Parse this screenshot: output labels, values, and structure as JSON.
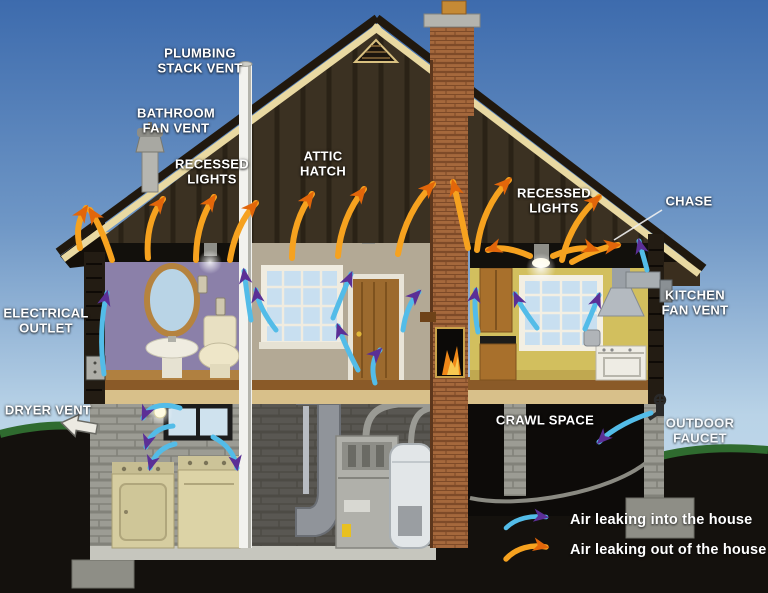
{
  "diagram": {
    "title": "Common air leaks in a house (cutaway diagram)",
    "callouts": {
      "plumbing_stack_vent": "PLUMBING\nSTACK VENT",
      "bathroom_fan_vent": "BATHROOM\nFAN VENT",
      "recessed_lights_left": "RECESSED\nLIGHTS",
      "attic_hatch": "ATTIC\nHATCH",
      "recessed_lights_right": "RECESSED\nLIGHTS",
      "chase": "CHASE",
      "electrical_outlet": "ELECTRICAL\nOUTLET",
      "kitchen_fan_vent": "KITCHEN\nFAN VENT",
      "dryer_vent": "DRYER VENT",
      "crawl_space": "CRAWL SPACE",
      "outdoor_faucet": "OUTDOOR\nFAUCET"
    },
    "legend": {
      "leak_in": "Air leaking into the house",
      "leak_out": "Air leaking out of the house"
    },
    "colors": {
      "leak_in_tail": "#53bce8",
      "leak_in_head": "#5b2f96",
      "leak_out_tail": "#f6a21f",
      "leak_out_head": "#e2660a",
      "sky_top": "#3d6bad",
      "sky_bottom": "#c9dcec",
      "attic_wood": "#3b3122",
      "bathroom_wall": "#8b80a9",
      "living_wall": "#b3a995",
      "kitchen_wall": "#d2bf5e",
      "brick": "#a5683c",
      "soil": "#14110d",
      "grass": "#2f6b2f"
    }
  }
}
